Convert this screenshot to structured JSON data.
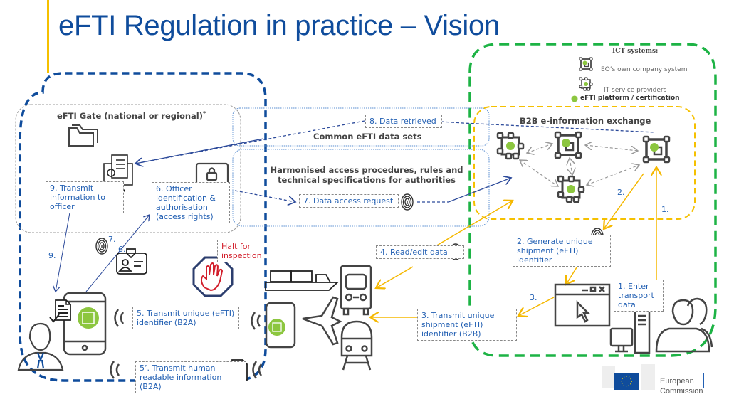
{
  "slide": {
    "title": "eFTI Regulation in practice – Vision",
    "colors": {
      "title": "#0f4c9c",
      "authority_zone": "#0f4c9c",
      "business_zone": "#1db345",
      "b2b_zone": "#f5c000",
      "flow_authority": "#2c4a9a",
      "flow_business": "#f5b800",
      "platform_dot": "#8cc63f",
      "halt_text": "#d21e2b"
    }
  },
  "legend": {
    "title": "ICT systems:",
    "items": [
      {
        "icon": "company-system-icon",
        "label": "EO’s own company system"
      },
      {
        "icon": "it-service-provider-icon",
        "label": "IT service providers"
      },
      {
        "icon": "green-dot-icon",
        "label": "eFTI platform / certification"
      }
    ]
  },
  "zones": {
    "gate": "eFTI Gate (national or regional)",
    "gate_footnote": "*",
    "common_data": "Common eFTI data sets",
    "harmonised": "Harmonised access procedures, rules and technical specifications for authorities",
    "b2b": "B2B e-information exchange"
  },
  "steps": {
    "s1": "1. Enter transport data",
    "s2": "2. Generate unique shipment (eFTI) identifier",
    "s3": "3. Transmit unique shipment (eFTI) identifier (B2B)",
    "s4": "4. Read/edit data",
    "s5": "5. Transmit unique (eFTI) identifier (B2A)",
    "s5b": "5’. Transmit human readable information (B2A)",
    "s6": "6. Officer identification & authorisation (access rights)",
    "s7": "7. Data access request",
    "s8": "8. Data retrieved",
    "s9": "9. Transmit information to officer",
    "halt": "Halt for inspection"
  },
  "arrow_numbers": {
    "n1": "1.",
    "n2": "2.",
    "n3": "3.",
    "n6": "6.",
    "n7": "7.",
    "n9": "9."
  },
  "footer": {
    "logo_line1": "European",
    "logo_line2": "Commission"
  }
}
